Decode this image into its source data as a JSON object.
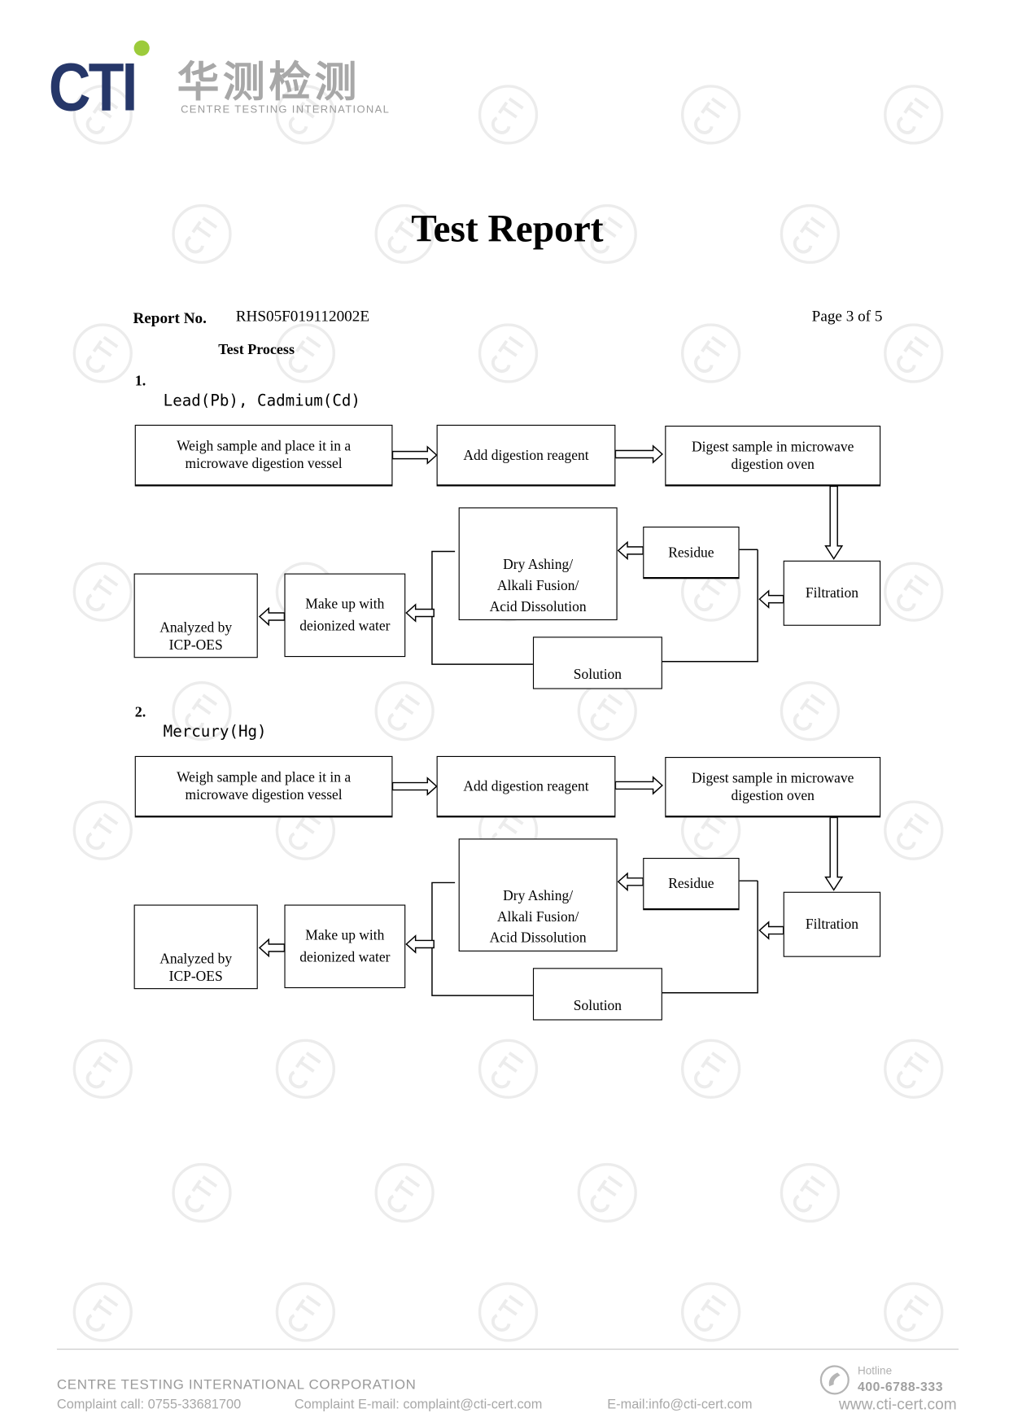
{
  "header": {
    "logo_text": "CTI",
    "logo_cn": "华测检测",
    "logo_en": "CENTRE TESTING INTERNATIONAL",
    "watermark_text": "CTI",
    "brand_color": "#263769",
    "accent_color": "#9ccb3b"
  },
  "title": "Test Report",
  "report": {
    "label": "Report No.",
    "number": "RHS05F019112002E",
    "page": "Page 3 of 5"
  },
  "section_heading": "Test Process",
  "sections": [
    {
      "num": "1.",
      "title": "Lead(Pb), Cadmium(Cd)",
      "steps": {
        "weigh": "Weigh sample and place it in a microwave digestion vessel",
        "add": "Add digestion reagent",
        "digest": "Digest sample in microwave digestion oven",
        "filtration": "Filtration",
        "residue": "Residue",
        "dry": [
          "Dry Ashing/",
          "Alkali Fusion/",
          "Acid Dissolution"
        ],
        "solution": "Solution",
        "makeup": [
          "Make up with",
          "deionized water"
        ],
        "analyzed": [
          "Analyzed by",
          "ICP-OES"
        ]
      }
    },
    {
      "num": "2.",
      "title": "Mercury(Hg)",
      "steps": {
        "weigh": "Weigh sample and place it in a microwave digestion vessel",
        "add": "Add digestion reagent",
        "digest": "Digest sample in microwave digestion oven",
        "filtration": "Filtration",
        "residue": "Residue",
        "dry": [
          "Dry Ashing/",
          "Alkali Fusion/",
          "Acid Dissolution"
        ],
        "solution": "Solution",
        "makeup": [
          "Make up with",
          "deionized water"
        ],
        "analyzed": [
          "Analyzed by",
          "ICP-OES"
        ]
      }
    }
  ],
  "footer": {
    "company": "CENTRE TESTING INTERNATIONAL CORPORATION",
    "complaint_call": "Complaint call: 0755-33681700",
    "complaint_email": "Complaint E-mail: complaint@cti-cert.com",
    "email": "E-mail:info@cti-cert.com",
    "hotline_label": "Hotline",
    "hotline_number": "400-6788-333",
    "website": "www.cti-cert.com"
  }
}
